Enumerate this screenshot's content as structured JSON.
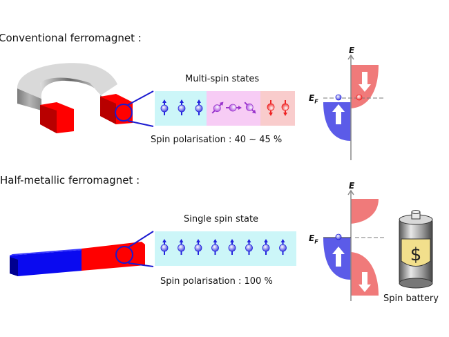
{
  "conventional": {
    "title": "Conventional ferromagnet :",
    "states_label": "Multi-spin states",
    "polarisation_label": "Spin polarisation : 40 ~ 45 %",
    "spins": [
      {
        "direction": "up",
        "color": "#2222dd",
        "region": "majority"
      },
      {
        "direction": "up",
        "color": "#2222dd",
        "region": "majority"
      },
      {
        "direction": "up",
        "color": "#2222dd",
        "region": "majority"
      },
      {
        "direction": "tilted-up",
        "color": "#9933cc",
        "region": "mixed"
      },
      {
        "direction": "sideways",
        "color": "#9933cc",
        "region": "mixed"
      },
      {
        "direction": "tilted-down",
        "color": "#9933cc",
        "region": "mixed"
      },
      {
        "direction": "down",
        "color": "#ee2222",
        "region": "minority"
      },
      {
        "direction": "down",
        "color": "#ee2222",
        "region": "minority"
      }
    ],
    "band": {
      "axis_label": "E",
      "fermi_label": "E",
      "fermi_sub": "F"
    }
  },
  "half_metallic": {
    "title": "Half-metallic ferromagnet :",
    "states_label": "Single spin state",
    "polarisation_label": "Spin polarisation : 100 %",
    "spin_count": 8,
    "band": {
      "axis_label": "E",
      "fermi_label": "E",
      "fermi_sub": "F"
    },
    "battery_label": "Spin battery",
    "battery_symbol": "$"
  },
  "colors": {
    "spin_up": "#2222dd",
    "spin_down": "#ee2222",
    "mixed": "#9933cc",
    "majority_bg": "#ccf6f8",
    "mixed_bg": "#f7ccf5",
    "minority_bg": "#f9cccc",
    "band_up": "#5b5be8",
    "band_down": "#f07a7a",
    "magnet_red": "#ff0000",
    "magnet_blue": "#0a0af0",
    "lens": "#1a1ad0"
  }
}
